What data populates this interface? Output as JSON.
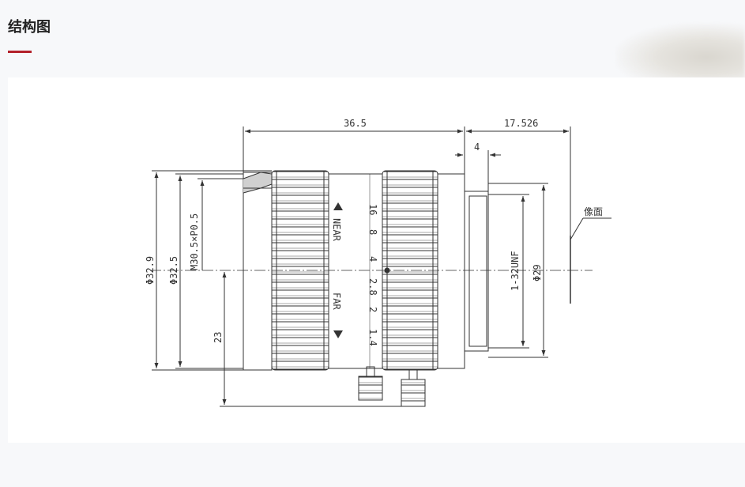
{
  "section": {
    "title": "结构图"
  },
  "diagram": {
    "dimensions": {
      "overall_length": "36.5",
      "flange_back": "17.526",
      "mount_thread_len": "4",
      "outer_diameter": "Φ32.9",
      "front_diameter": "Φ32.5",
      "filter_thread": "M30.5×P0.5",
      "center_height": "23",
      "mount_thread": "1-32UNF",
      "mount_diameter": "Φ29"
    },
    "image_plane_label": "像面",
    "focus_markings": [
      "16",
      "8",
      "4",
      "2.8",
      "2",
      "1.4"
    ],
    "near_label": "NEAR",
    "far_label": "FAR"
  }
}
